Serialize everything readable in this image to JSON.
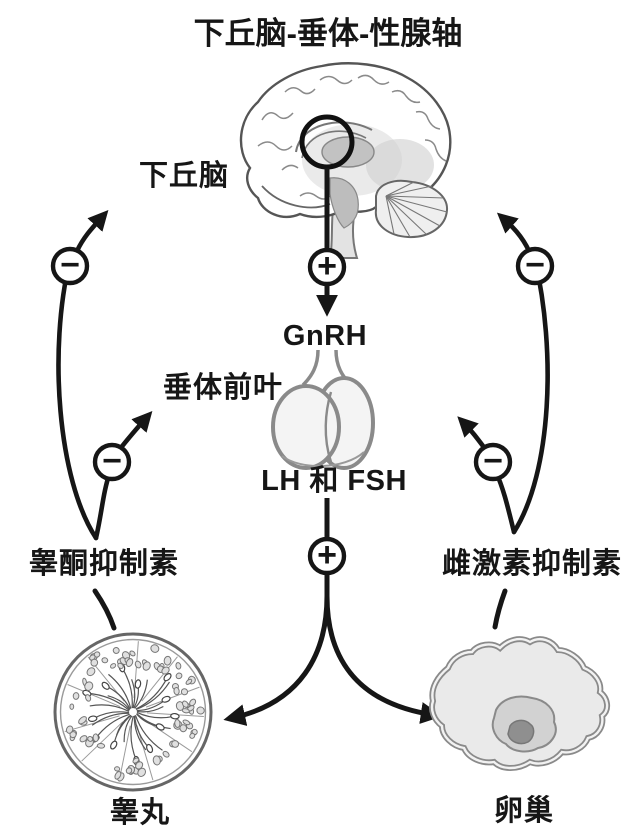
{
  "diagram": {
    "title": "下丘脑-垂体-性腺轴",
    "labels": {
      "hypothalamus": "下丘脑",
      "gnrh": "GnRH",
      "anterior_pituitary": "垂体前叶",
      "lh_fsh": "LH 和 FSH",
      "testosterone_inhibin": "睾酮抑制素",
      "estrogen_inhibin": "雌激素抑制素",
      "testis": "睾丸",
      "ovary": "卵巢"
    },
    "signs": {
      "stimulate": "+",
      "inhibit": "−"
    },
    "colors": {
      "background": "#ffffff",
      "line": "#161616",
      "text": "#161616",
      "organ_fill": "#eaeaea",
      "organ_outline": "#8a8a8a"
    }
  }
}
